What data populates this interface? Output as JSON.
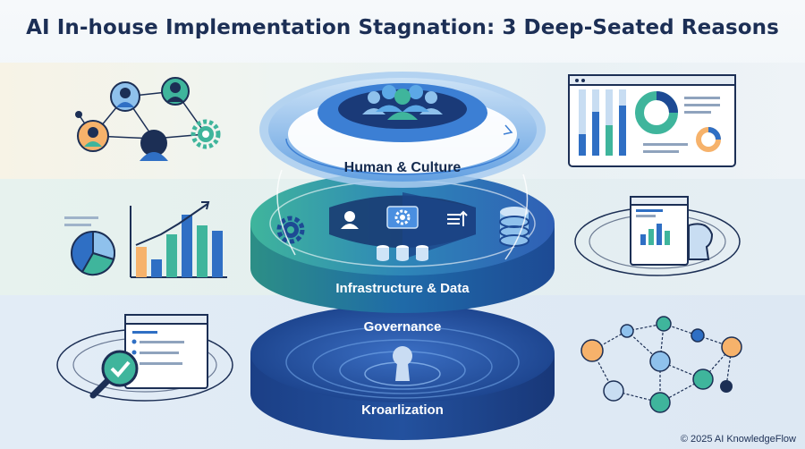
{
  "title": "AI In-house Implementation Stagnation: 3 Deep-Seated Reasons",
  "layers": {
    "top": "Human & Culture",
    "middle": "Infrastructure & Data",
    "governance": "Governance",
    "bottom": "Kroarlization"
  },
  "footer": "© 2025 AI KnowledgeFlow",
  "colors": {
    "navy": "#1c2f55",
    "teal": "#3fb59c",
    "blue": "#2f6fc4",
    "dark_blue": "#1d4a94",
    "light_blue": "#8fc1ec"
  }
}
